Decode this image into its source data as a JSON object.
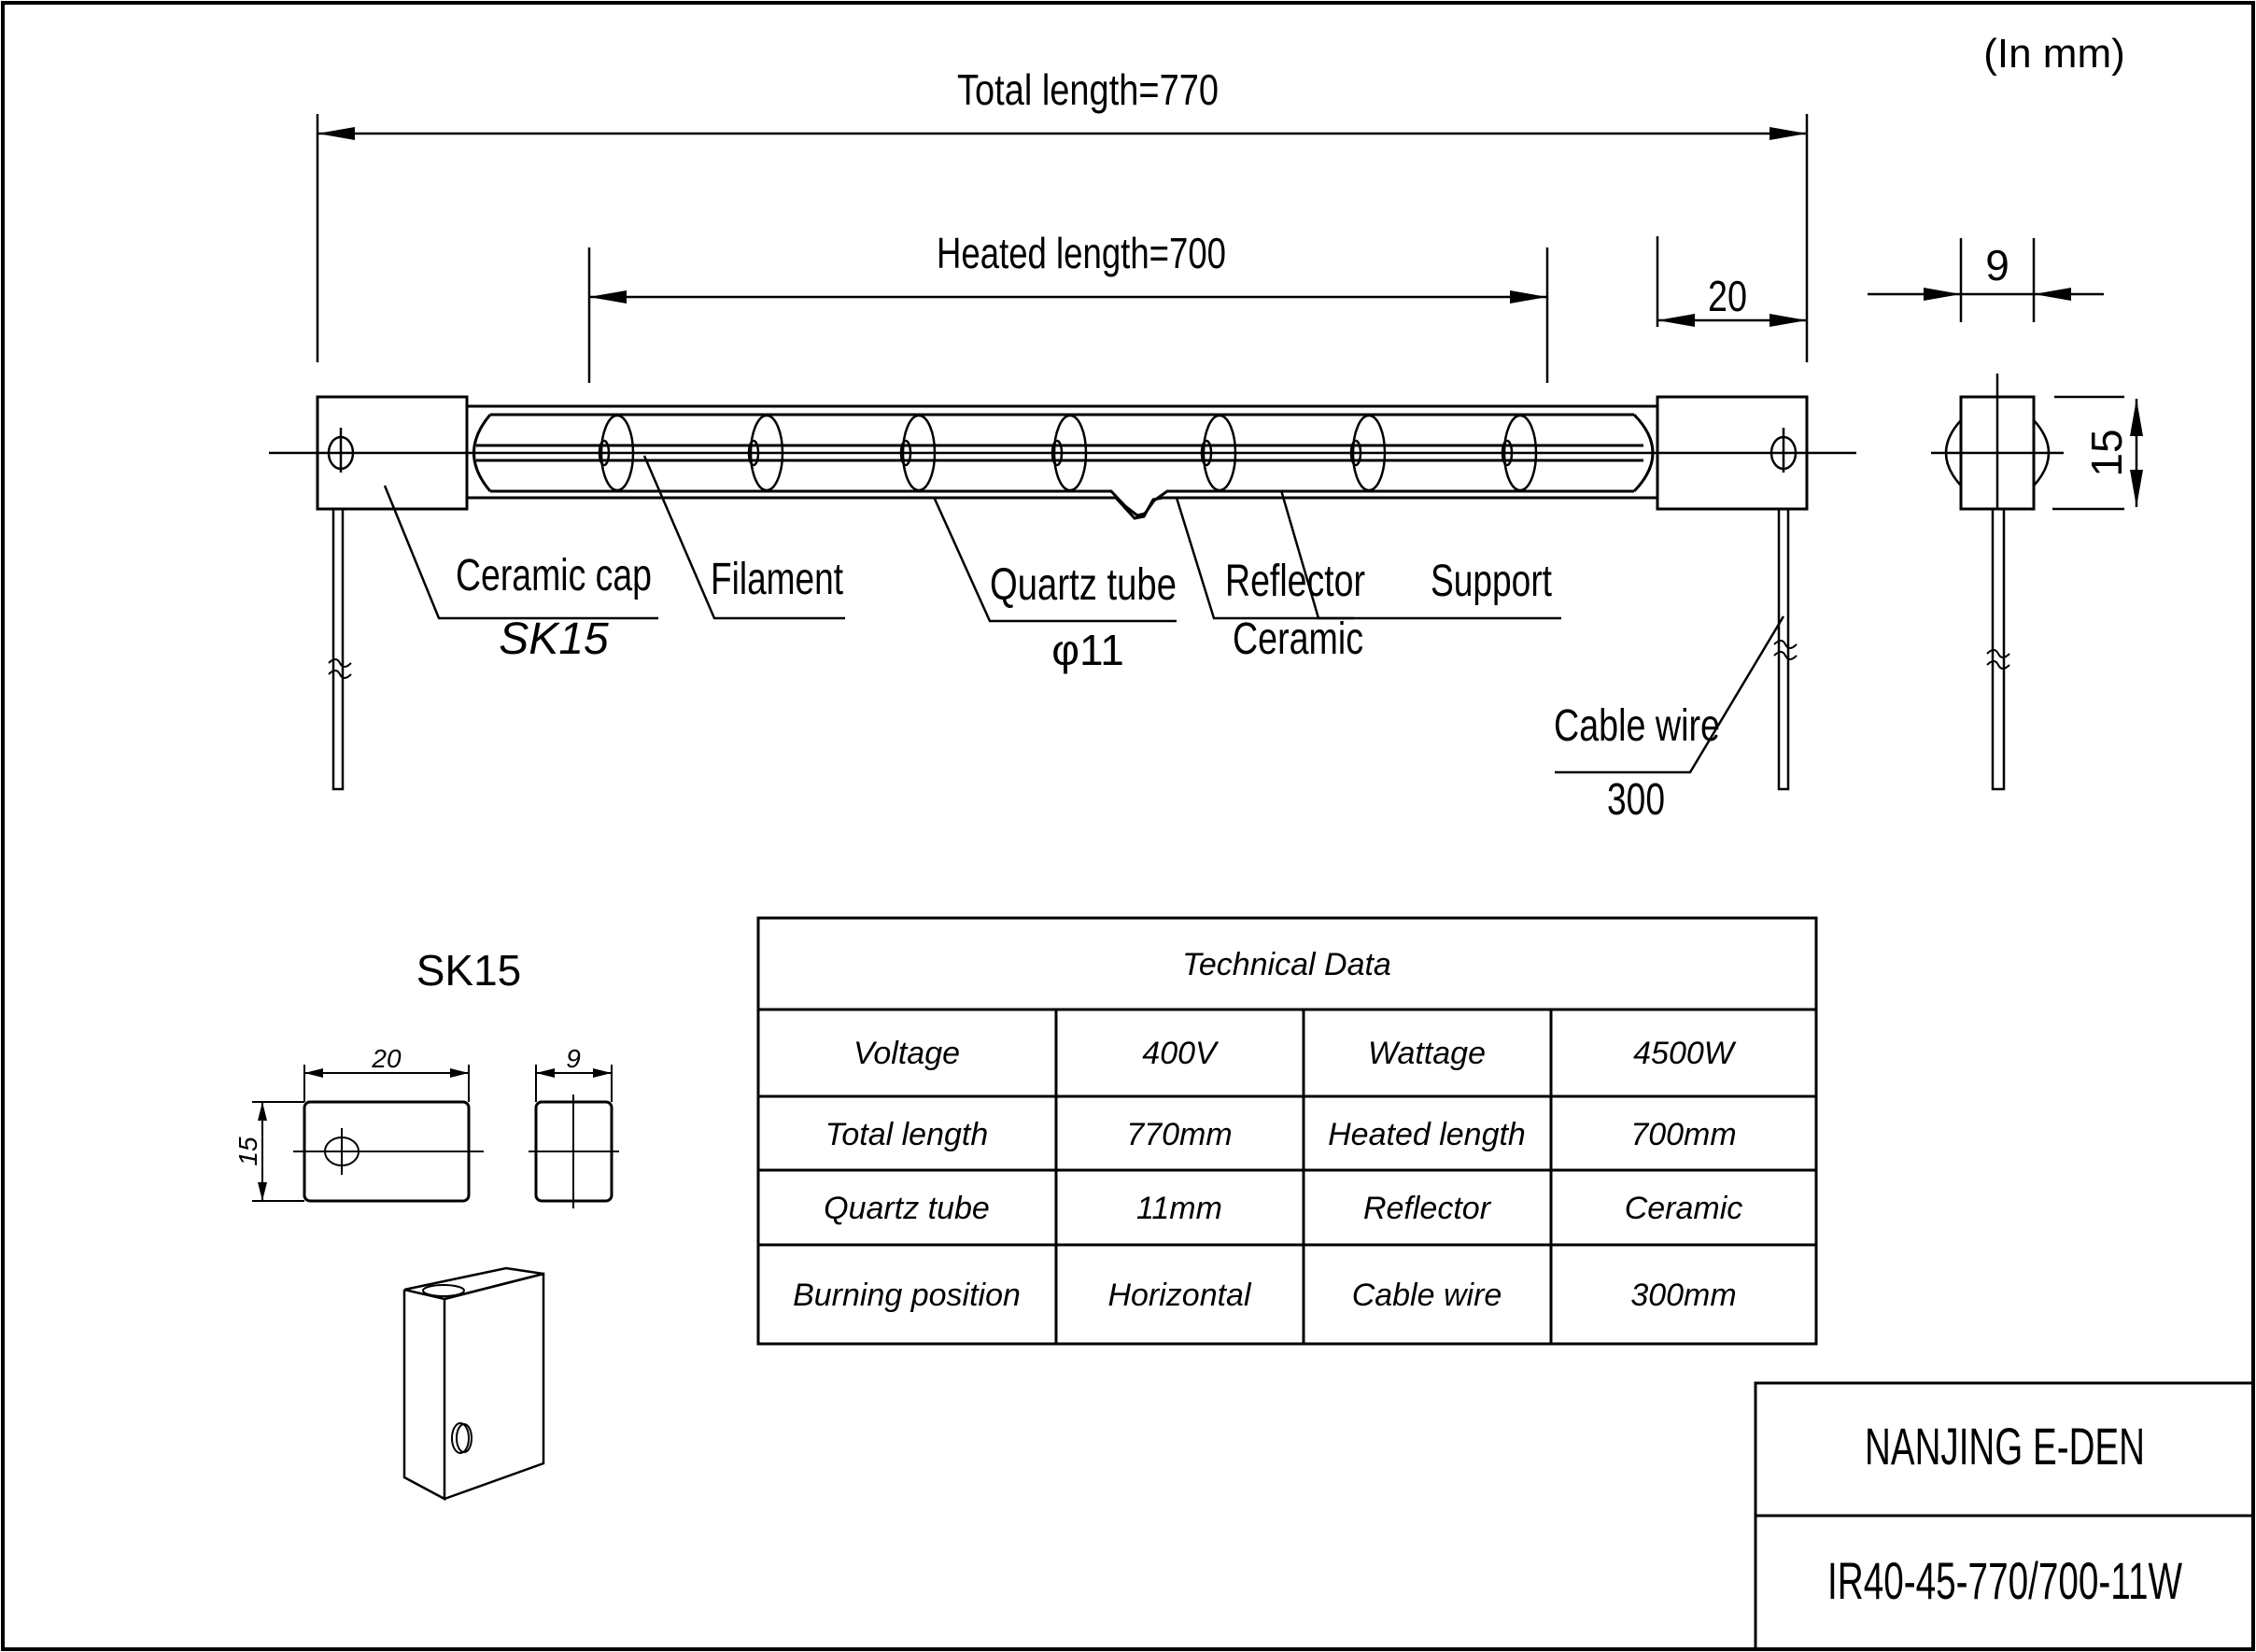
{
  "drawing": {
    "units_note": "(In mm)",
    "total_length_label": "Total length=770",
    "heated_length_label": "Heated length=700",
    "cap_width_dim": "20",
    "side_width_dim": "9",
    "side_height_dim": "15"
  },
  "callouts": {
    "ceramic_cap": "Ceramic cap",
    "ceramic_cap_sub": "SK15",
    "filament": "Filament",
    "quartz_tube": "Quartz tube",
    "quartz_tube_sub": "φ11",
    "reflector": "Reflector",
    "reflector_sub": "Ceramic",
    "support": "Support",
    "cable_wire": "Cable wire",
    "cable_wire_sub": "300"
  },
  "sk15_detail": {
    "title": "SK15",
    "width_dim": "20",
    "depth_dim": "9",
    "height_dim": "15"
  },
  "technical_data": {
    "title": "Technical Data",
    "rows": [
      [
        "Voltage",
        "400V",
        "Wattage",
        "4500W"
      ],
      [
        "Total length",
        "770mm",
        "Heated length",
        "700mm"
      ],
      [
        "Quartz tube",
        "11mm",
        "Reflector",
        "Ceramic"
      ],
      [
        "Burning position",
        "Horizontal",
        "Cable wire",
        "300mm"
      ]
    ]
  },
  "title_block": {
    "company": "NANJING E-DEN",
    "part_number": "IR40-45-770/700-11W"
  }
}
